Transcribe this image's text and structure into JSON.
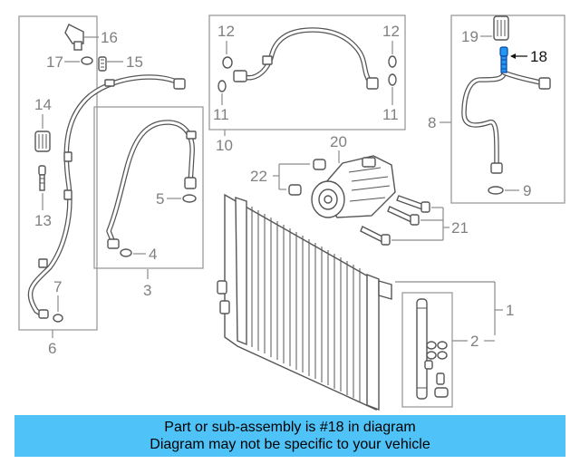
{
  "diagram": {
    "callouts": {
      "c1": "1",
      "c2": "2",
      "c3": "3",
      "c4": "4",
      "c5": "5",
      "c6": "6",
      "c7": "7",
      "c8": "8",
      "c9": "9",
      "c10": "10",
      "c11a": "11",
      "c11b": "11",
      "c12a": "12",
      "c12b": "12",
      "c13": "13",
      "c14": "14",
      "c15": "15",
      "c16": "16",
      "c17": "17",
      "c18": "18",
      "c19": "19",
      "c20": "20",
      "c21": "21",
      "c22": "22"
    },
    "highlighted_part": "18",
    "highlight_color": "#2196f3",
    "line_color": "#555555",
    "label_color": "#808080"
  },
  "banner": {
    "line1": "Part or sub-assembly is #18 in diagram",
    "line2": "Diagram may not be specific to your vehicle",
    "background": "#4fc3f7"
  }
}
